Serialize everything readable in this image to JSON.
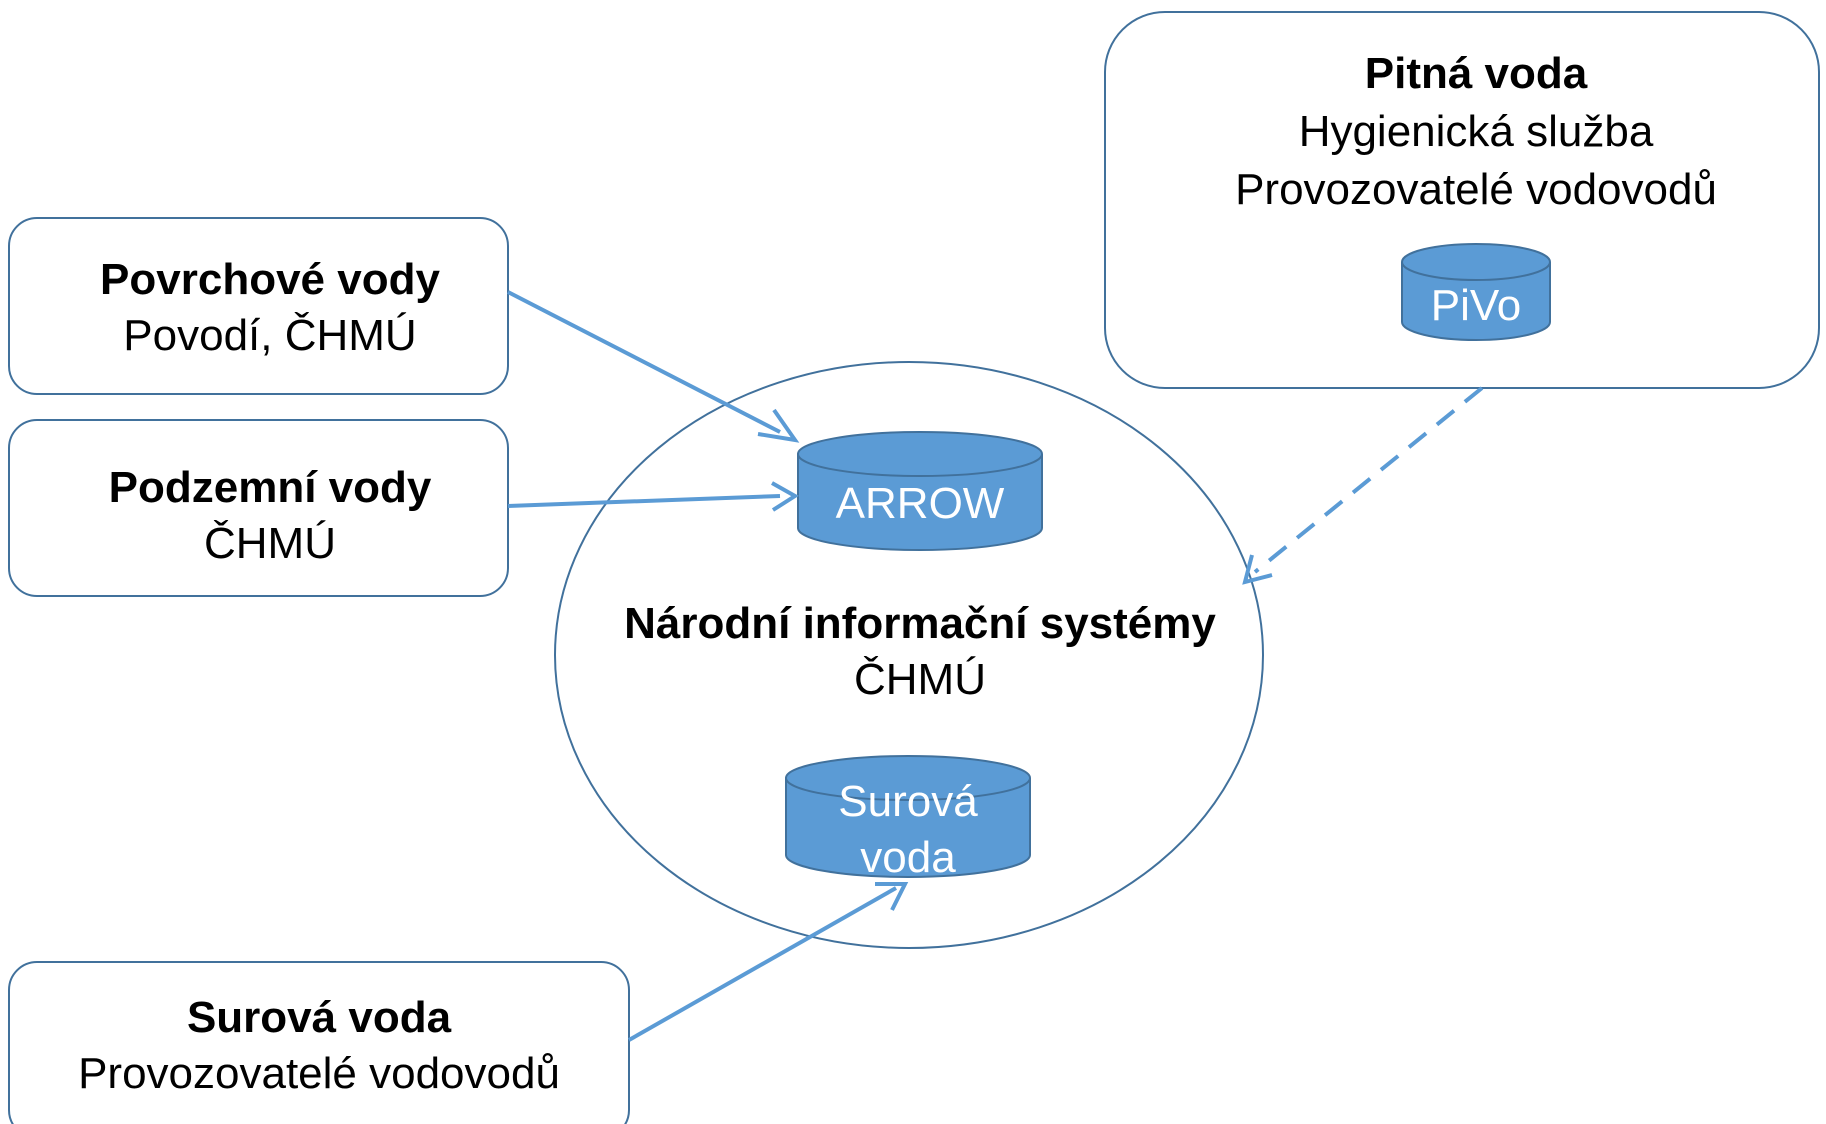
{
  "colors": {
    "box_border": "#41719c",
    "arrow": "#5b9bd5",
    "database_fill": "#5b9bd5",
    "database_border": "#41719c",
    "database_text": "#ffffff"
  },
  "surface_water": {
    "title": "Povrchové vody",
    "subtitle": "Povodí, ČHMÚ"
  },
  "ground_water": {
    "title": "Podzemní vody",
    "subtitle": "ČHMÚ"
  },
  "raw_water": {
    "title": "Surová voda",
    "subtitle": "Provozovatelé vodovodů"
  },
  "drinking_water": {
    "title": "Pitná voda",
    "line1": "Hygienická služba",
    "line2": "Provozovatelé vodovodů",
    "database": "PiVo"
  },
  "national_systems": {
    "title": "Národní informační systémy",
    "subtitle": "ČHMÚ",
    "database_arrow": "ARROW",
    "database_raw_line1": "Surová",
    "database_raw_line2": "voda"
  }
}
